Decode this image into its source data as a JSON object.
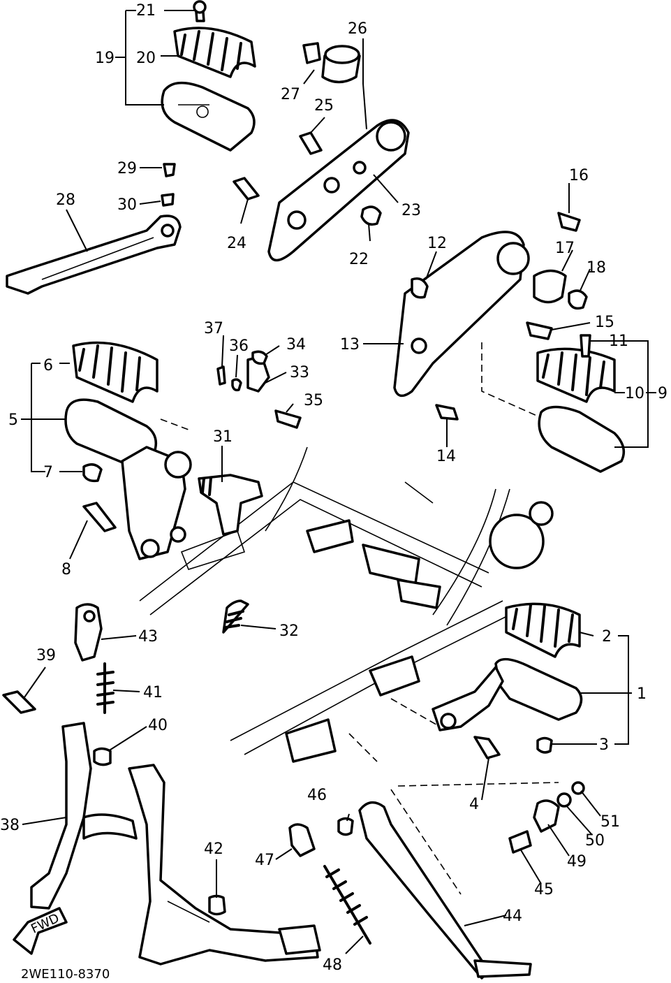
{
  "drawing_code": "2WE110-8370",
  "fwd_mark": "FWD",
  "labels": {
    "p1": "1",
    "p2": "2",
    "p3": "3",
    "p4": "4",
    "p5": "5",
    "p6": "6",
    "p7": "7",
    "p8": "8",
    "p9": "9",
    "p10": "10",
    "p11": "11",
    "p12": "12",
    "p13": "13",
    "p14": "14",
    "p15": "15",
    "p16": "16",
    "p17": "17",
    "p18": "18",
    "p19": "19",
    "p20": "20",
    "p21": "21",
    "p22": "22",
    "p23": "23",
    "p24": "24",
    "p25": "25",
    "p26": "26",
    "p27": "27",
    "p28": "28",
    "p29": "29",
    "p30": "30",
    "p31": "31",
    "p32": "32",
    "p33": "33",
    "p34": "34",
    "p35": "35",
    "p36": "36",
    "p37": "37",
    "p38": "38",
    "p39": "39",
    "p40": "40",
    "p41": "41",
    "p42": "42",
    "p43": "43",
    "p44": "44",
    "p45": "45",
    "p46": "46",
    "p47": "47",
    "p48": "48",
    "p49": "49",
    "p50": "50",
    "p51": "51"
  }
}
